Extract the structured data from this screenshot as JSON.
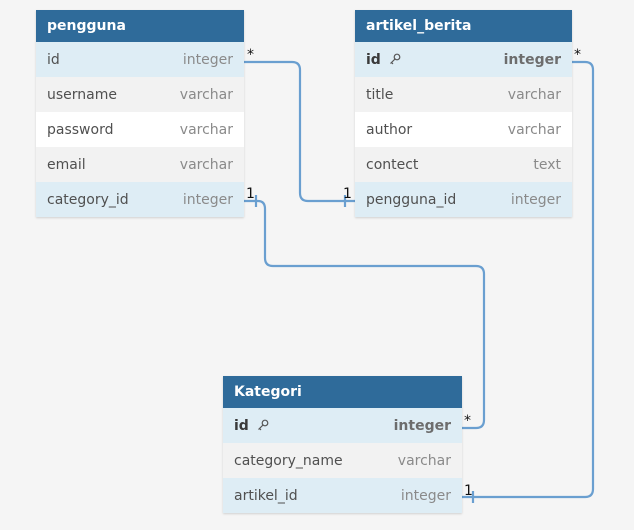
{
  "tables": {
    "pengguna": {
      "title": "pengguna",
      "rows": [
        {
          "name": "id",
          "type": "integer"
        },
        {
          "name": "username",
          "type": "varchar"
        },
        {
          "name": "password",
          "type": "varchar"
        },
        {
          "name": "email",
          "type": "varchar"
        },
        {
          "name": "category_id",
          "type": "integer"
        }
      ]
    },
    "artikel_berita": {
      "title": "artikel_berita",
      "rows": [
        {
          "name": "id",
          "type": "integer"
        },
        {
          "name": "title",
          "type": "varchar"
        },
        {
          "name": "author",
          "type": "varchar"
        },
        {
          "name": "contect",
          "type": "text"
        },
        {
          "name": "pengguna_id",
          "type": "integer"
        }
      ]
    },
    "kategori": {
      "title": "Kategori",
      "rows": [
        {
          "name": "id",
          "type": "integer"
        },
        {
          "name": "category_name",
          "type": "varchar"
        },
        {
          "name": "artikel_id",
          "type": "integer"
        }
      ]
    }
  },
  "relations": [
    {
      "from": "pengguna.id",
      "to": "artikel_berita.pengguna_id",
      "from_card": "*",
      "to_card": "1"
    },
    {
      "from": "pengguna.category_id",
      "to": "kategori.id",
      "from_card": "1",
      "to_card": "*"
    },
    {
      "from": "artikel_berita.id",
      "to": "kategori.artikel_id",
      "from_card": "*",
      "to_card": "1"
    }
  ],
  "colors": {
    "header": "#2f6b9a",
    "line": "#6a9fd0",
    "highlight": "#deedf5"
  }
}
